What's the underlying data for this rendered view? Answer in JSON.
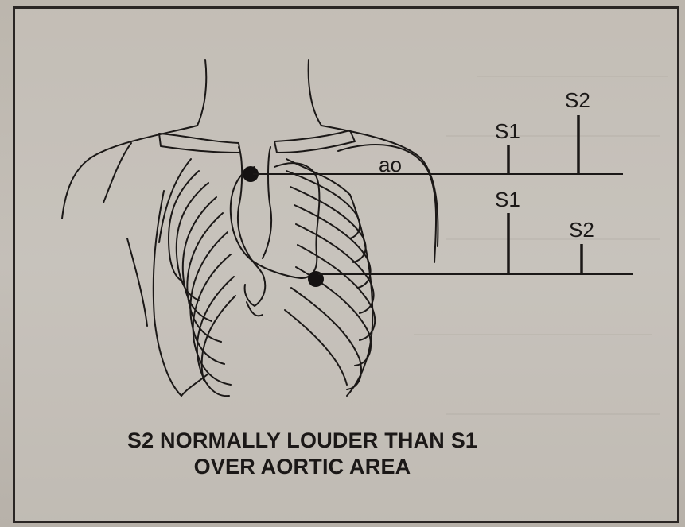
{
  "diagram": {
    "labels": {
      "aorta": "ao",
      "aortic_s1": "S1",
      "aortic_s2": "S2",
      "lower_s1": "S1",
      "lower_s2": "S2"
    },
    "caption": {
      "line1": "S2 NORMALLY LOUDER THAN S1",
      "line2": "OVER AORTIC AREA"
    }
  },
  "colors": {
    "ink": "#1b1817",
    "paper": "#c4bfb8"
  }
}
